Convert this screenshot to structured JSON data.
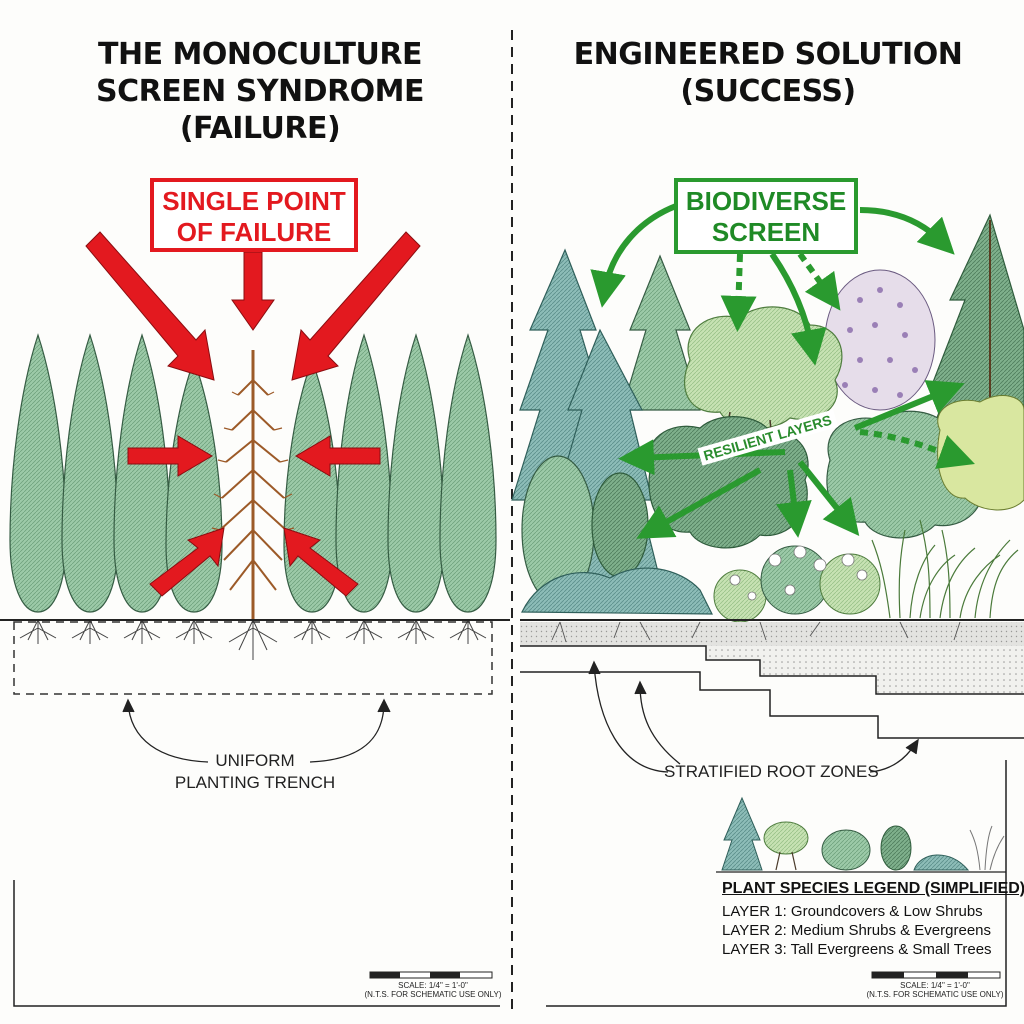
{
  "left_panel": {
    "title_lines": [
      "THE MONOCULTURE",
      "SCREEN SYNDROME",
      "(FAILURE)"
    ],
    "callout_lines": [
      "SINGLE POINT",
      "OF FAILURE"
    ],
    "trench_label_lines": [
      "UNIFORM",
      "PLANTING TRENCH"
    ],
    "scale_text": "SCALE: 1/4\" = 1'-0\"",
    "scale_note": "(N.T.S. FOR SCHEMATIC USE ONLY)"
  },
  "right_panel": {
    "title_lines": [
      "ENGINEERED SOLUTION",
      "(SUCCESS)"
    ],
    "callout_lines": [
      "BIODIVERSE",
      "SCREEN"
    ],
    "arrow_label": "RESILIENT LAYERS",
    "root_label": "STRATIFIED ROOT ZONES",
    "legend": {
      "title": "PLANT SPECIES LEGEND (SIMPLIFIED)",
      "items": [
        "LAYER 1: Groundcovers & Low Shrubs",
        "LAYER 2: Medium Shrubs & Evergreens",
        "LAYER 3: Tall Evergreens & Small Trees"
      ]
    },
    "scale_text": "SCALE: 1/4\" = 1'-0\"",
    "scale_note": "(N.T.S. FOR SCHEMATIC USE ONLY)"
  },
  "colors": {
    "failure_red": "#e3191f",
    "success_green": "#2a9a2f",
    "conifer_green": "#8fbf9d",
    "dead_tree_brown": "#9c5a28"
  },
  "icons": [
    "conifer-icon",
    "dead-tree-icon",
    "shrub-icon",
    "grass-icon",
    "arrow-icon"
  ]
}
